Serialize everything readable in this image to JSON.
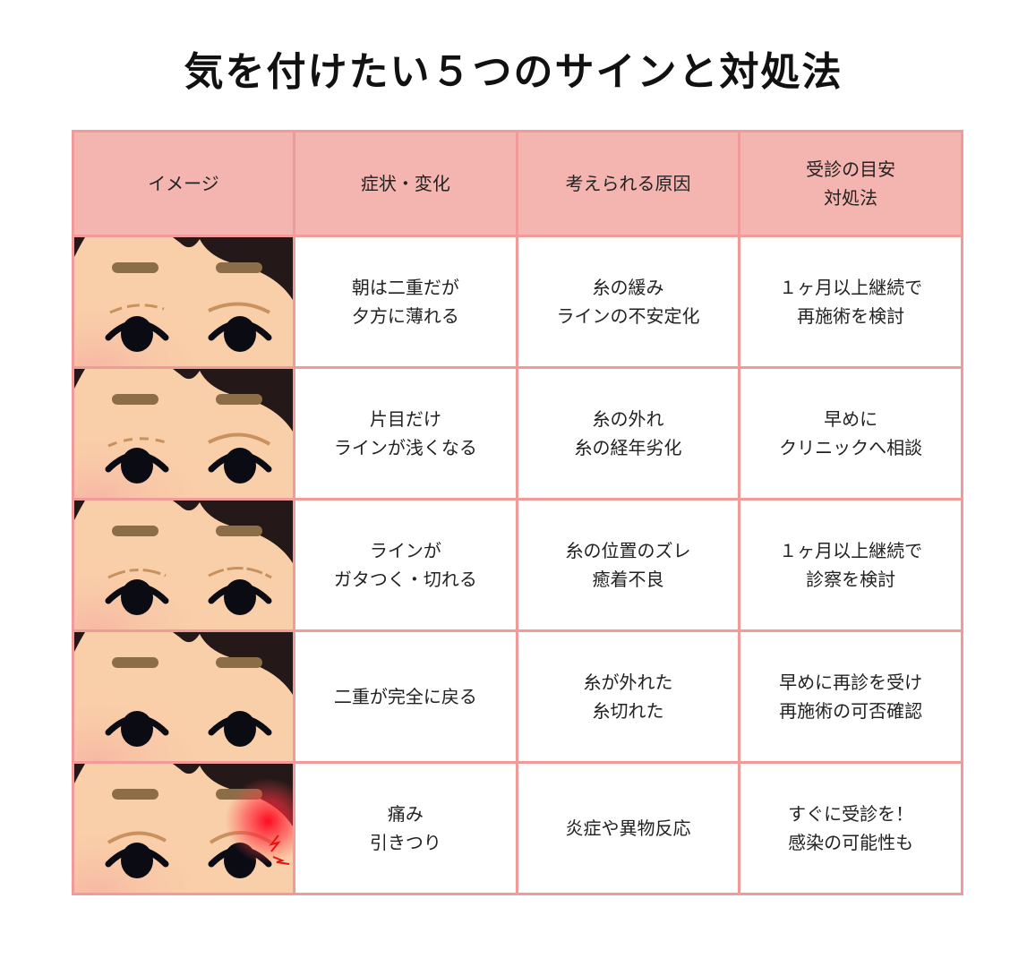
{
  "title": "気を付けたい５つのサインと対処法",
  "headers": [
    "イメージ",
    "症状・変化",
    "考えられる原因",
    "受診の目安\n対処法"
  ],
  "header_lines": {
    "h3a": "受診の目安",
    "h3b": "対処法"
  },
  "rows": [
    {
      "image": "face-faded-double-eyelid",
      "symptom": [
        "朝は二重だが",
        "夕方に薄れる"
      ],
      "cause": [
        "糸の緩み",
        "ラインの不安定化"
      ],
      "action": [
        "１ヶ月以上継続で",
        "再施術を検討"
      ]
    },
    {
      "image": "face-one-eye-shallow-line",
      "symptom": [
        "片目だけ",
        "ラインが浅くなる"
      ],
      "cause": [
        "糸の外れ",
        "糸の経年劣化"
      ],
      "action": [
        "早めに",
        "クリニックへ相談"
      ]
    },
    {
      "image": "face-uneven-line",
      "symptom": [
        "ラインが",
        "ガタつく・切れる"
      ],
      "cause": [
        "糸の位置のズレ",
        "癒着不良"
      ],
      "action": [
        "１ヶ月以上継続で",
        "診察を検討"
      ]
    },
    {
      "image": "face-no-double-eyelid",
      "symptom": [
        "二重が完全に戻る"
      ],
      "cause": [
        "糸が外れた",
        "糸切れた"
      ],
      "action": [
        "早めに再診を受け",
        "再施術の可否確認"
      ]
    },
    {
      "image": "face-pain-red-glow",
      "symptom": [
        "痛み",
        "引きつり"
      ],
      "cause": [
        "炎症や異物反応"
      ],
      "action": [
        "すぐに受診を！",
        "感染の可能性も"
      ]
    }
  ],
  "colors": {
    "border": "#f09a9a",
    "header_bg": "#f4b4b0",
    "skin": "#f9cfa9",
    "pain": "#ff1a2a"
  }
}
